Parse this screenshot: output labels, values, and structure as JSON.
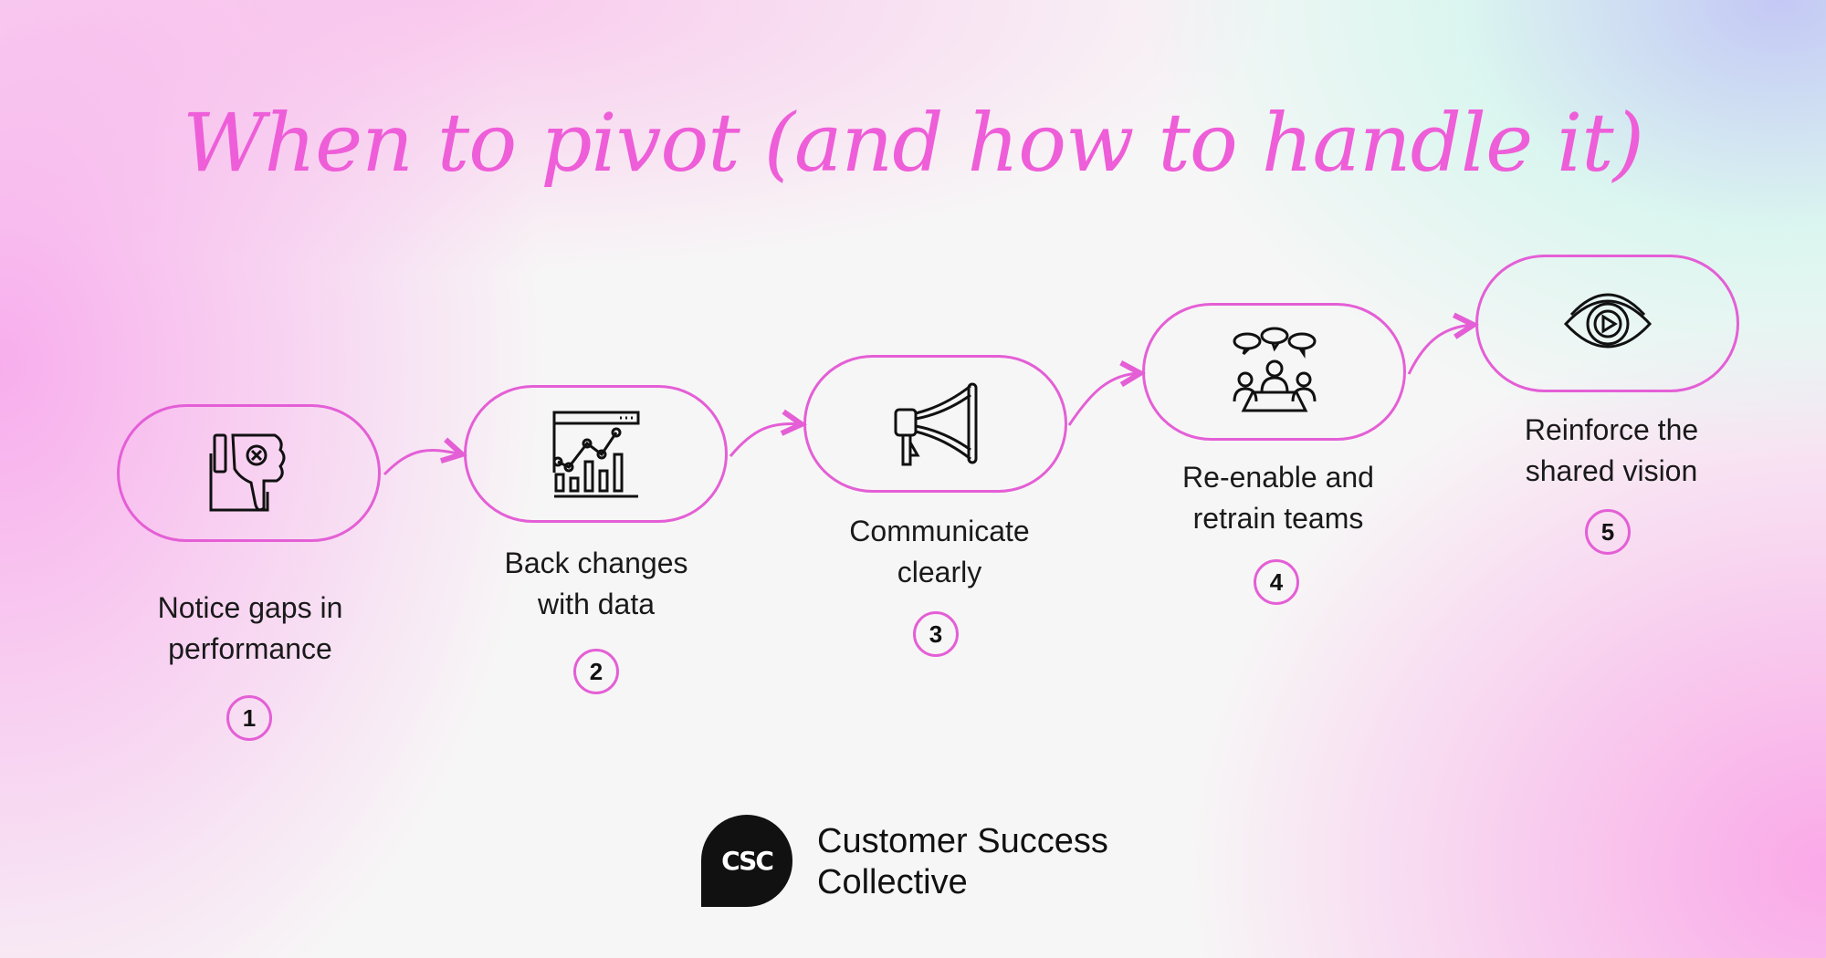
{
  "title": "When to pivot (and how to handle it)",
  "accent_color": "#e45fd6",
  "steps": [
    {
      "number": "1",
      "label_lines": [
        "Notice gaps in",
        "performance"
      ],
      "icon": "thumbs-down-icon"
    },
    {
      "number": "2",
      "label_lines": [
        "Back changes",
        "with data"
      ],
      "icon": "chart-icon"
    },
    {
      "number": "3",
      "label_lines": [
        "Communicate",
        "clearly"
      ],
      "icon": "megaphone-icon"
    },
    {
      "number": "4",
      "label_lines": [
        "Re-enable and",
        "retrain teams"
      ],
      "icon": "team-meeting-icon"
    },
    {
      "number": "5",
      "label_lines": [
        "Reinforce the",
        "shared vision"
      ],
      "icon": "eye-icon"
    }
  ],
  "brand": {
    "logo_text": "CSC",
    "name_lines": [
      "Customer Success",
      "Collective"
    ]
  }
}
